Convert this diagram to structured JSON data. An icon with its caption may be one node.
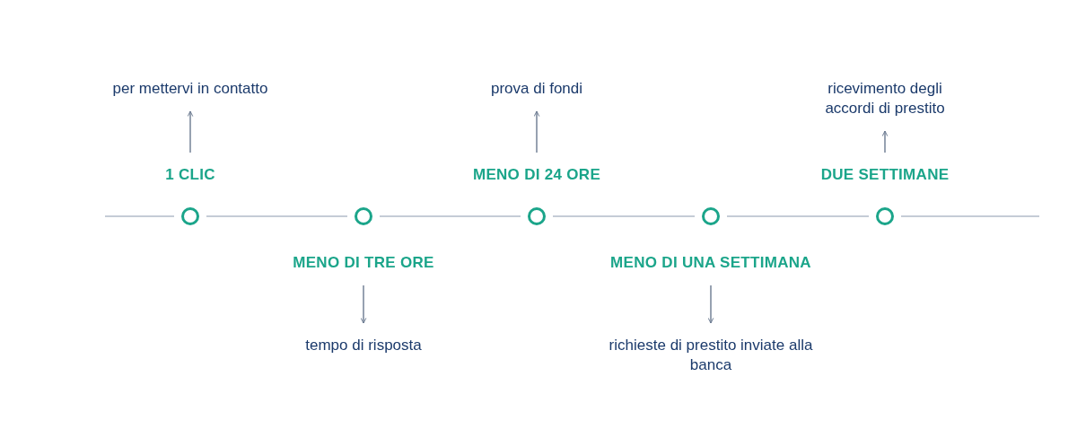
{
  "diagram": {
    "nodes": [
      {
        "text": [
          "per mettervi in contatto"
        ]
      },
      {
        "text": [
          "prova di fondi"
        ]
      },
      {
        "text": [
          "ricevimento degli accordi di prestito"
        ]
      },
      {
        "text": [
          "1 CLIC"
        ]
      },
      {
        "text": [
          "MENO DI 24 ORE"
        ]
      },
      {
        "text": [
          "DUE SETTIMANE"
        ]
      },
      {
        "text": [],
        "shape": "circle"
      },
      {
        "text": [],
        "shape": "circle"
      },
      {
        "text": [],
        "shape": "circle"
      },
      {
        "text": [],
        "shape": "circle"
      },
      {
        "text": [],
        "shape": "circle"
      },
      {
        "text": [
          "MENO DI TRE ORE"
        ]
      },
      {
        "text": [
          "MENO DI UNA SETTIMANA"
        ]
      },
      {
        "text": [
          "tempo di risposta"
        ]
      },
      {
        "text": [
          "richieste di prestito inviate alla banca"
        ]
      }
    ],
    "edges": [
      {
        "from": 3,
        "to": 0,
        "arrow": "to"
      },
      {
        "from": 4,
        "to": 1,
        "arrow": "to"
      },
      {
        "from": 5,
        "to": 2,
        "arrow": "to"
      },
      {
        "from": 11,
        "to": 13,
        "arrow": "to"
      },
      {
        "from": 12,
        "to": 14,
        "arrow": "to"
      },
      {
        "from": null,
        "to": 6,
        "arrow": "none"
      },
      {
        "from": 6,
        "to": 7,
        "arrow": "none"
      },
      {
        "from": 7,
        "to": 8,
        "arrow": "none"
      },
      {
        "from": 8,
        "to": 9,
        "arrow": "none"
      },
      {
        "from": 9,
        "to": 10,
        "arrow": "none"
      },
      {
        "from": 10,
        "to": null,
        "arrow": "none"
      }
    ]
  }
}
